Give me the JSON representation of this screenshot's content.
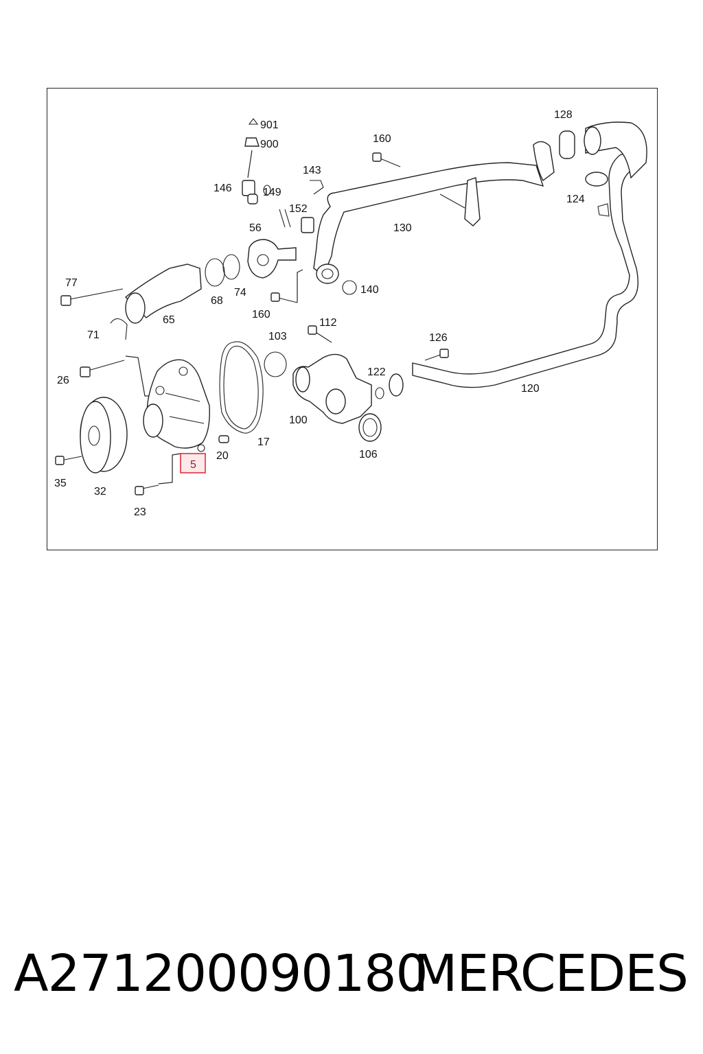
{
  "diagram": {
    "callouts": [
      "901",
      "900",
      "146",
      "149",
      "143",
      "152",
      "160",
      "128",
      "124",
      "130",
      "56",
      "77",
      "68",
      "74",
      "65",
      "160",
      "140",
      "71",
      "112",
      "103",
      "126",
      "26",
      "122",
      "120",
      "100",
      "17",
      "20",
      "106",
      "5",
      "35",
      "32",
      "23"
    ],
    "highlighted_callout": "5",
    "highlight_color": "#e0303c"
  },
  "footer": {
    "part_number": "A271200090180",
    "brand": "MERCEDES"
  }
}
